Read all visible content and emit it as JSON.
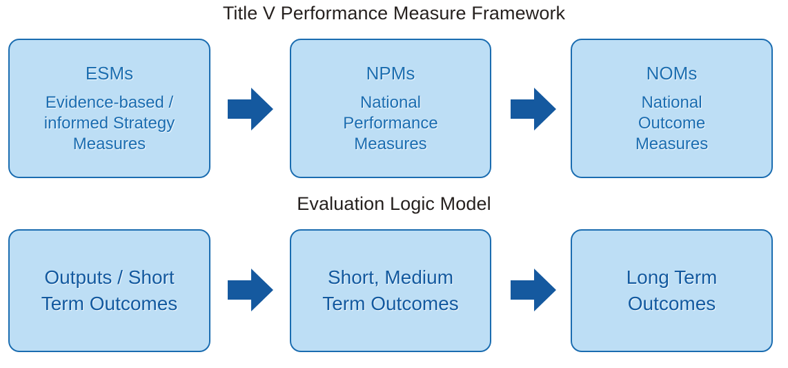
{
  "colors": {
    "background": "#ffffff",
    "box_fill": "#bddef5",
    "box_border": "#1a6cb0",
    "box_text_row1": "#1a6cb0",
    "box_text_row2": "#12599f",
    "arrow": "#15599f",
    "title_text": "#26211f"
  },
  "titles": {
    "framework": "Title V Performance Measure Framework",
    "logic_model": "Evaluation Logic Model"
  },
  "framework_row": {
    "boxes": [
      {
        "heading": "ESMs",
        "lines": [
          "Evidence-based /",
          "informed Strategy",
          "Measures"
        ]
      },
      {
        "heading": "NPMs",
        "lines": [
          "National",
          "Performance",
          "Measures"
        ]
      },
      {
        "heading": "NOMs",
        "lines": [
          "National",
          "Outcome",
          "Measures"
        ]
      }
    ],
    "arrows": [
      "arrow-right-icon",
      "arrow-right-icon"
    ]
  },
  "logic_model_row": {
    "boxes": [
      {
        "heading": "",
        "lines": [
          "Outputs / Short",
          "Term Outcomes"
        ]
      },
      {
        "heading": "",
        "lines": [
          "Short, Medium",
          "Term Outcomes"
        ]
      },
      {
        "heading": "",
        "lines": [
          "Long Term",
          "Outcomes"
        ]
      }
    ],
    "arrows": [
      "arrow-right-icon",
      "arrow-right-icon"
    ]
  }
}
